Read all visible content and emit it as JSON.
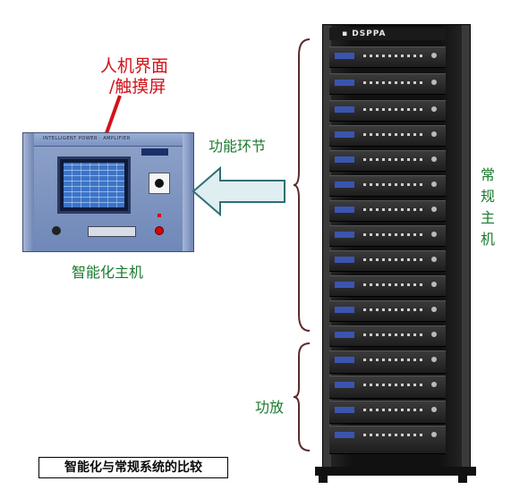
{
  "labels": {
    "hmi": "人机界面\n/触摸屏",
    "hmi_line1": "人机界面",
    "hmi_line2": "/触摸屏",
    "function_link": "功能环节",
    "smart_host": "智能化主机",
    "conventional_host_chars": [
      "常",
      "规",
      "主",
      "机"
    ],
    "amplifier": "功放",
    "caption": "智能化与常规系统的比较"
  },
  "devices": {
    "host_logo": "DSPPA",
    "rack_logo": "DSPPA"
  },
  "colors": {
    "label_green": "#1a7a2e",
    "hmi_red": "#d3121a",
    "arrow_fill": "#dfeef0",
    "arrow_stroke": "#2f6f73",
    "brace_color": "#5c2b2b"
  }
}
